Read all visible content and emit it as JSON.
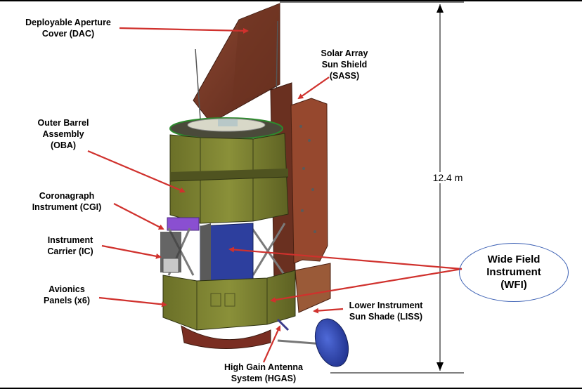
{
  "labels": {
    "dac": [
      "Deployable Aperture",
      "Cover (DAC)"
    ],
    "sass": [
      "Solar Array",
      "Sun Shield",
      "(SASS)"
    ],
    "oba": [
      "Outer Barrel",
      "Assembly",
      "(OBA)"
    ],
    "cgi": [
      "Coronagraph",
      "Instrument (CGI)"
    ],
    "ic": [
      "Instrument",
      "Carrier (IC)"
    ],
    "avionics": [
      "Avionics",
      "Panels (x6)"
    ],
    "liss": [
      "Lower Instrument",
      "Sun Shade (LISS)"
    ],
    "hgas": [
      "High Gain Antenna",
      "System (HGAS)"
    ]
  },
  "wfi": [
    "Wide Field",
    "Instrument",
    "(WFI)"
  ],
  "height": "12.4 m",
  "colors": {
    "arrow": "#d0312d",
    "ellipse": "#3f63b5",
    "panel_green": "#7e8433",
    "panel_green_dark": "#5d6224",
    "brown": "#7a3a28",
    "wfi_blue": "#2d3f9e",
    "cgi_purple": "#8a4fd1"
  }
}
